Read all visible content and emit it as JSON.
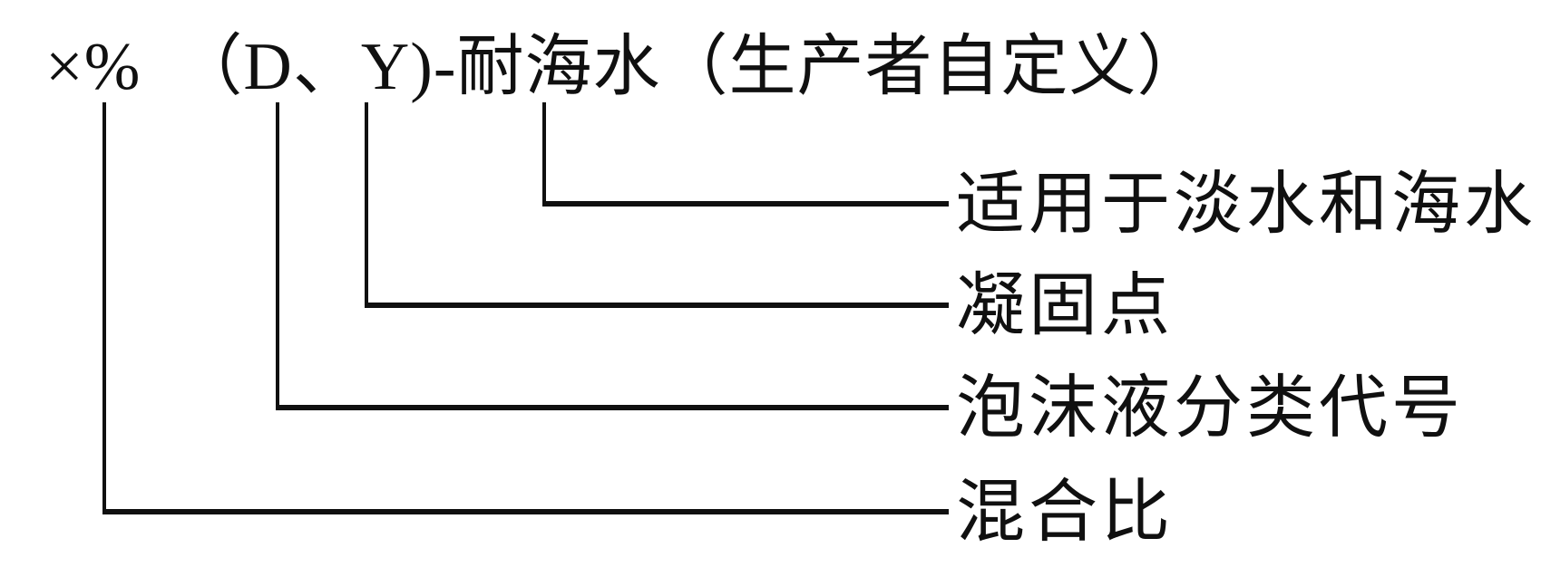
{
  "page": {
    "background_color": "#ffffff",
    "ink_color": "#101010"
  },
  "diagram": {
    "type": "designation-callout-diagram",
    "formula": "×%　（D、Y)-耐海水（生产者自定义）",
    "callouts": [
      {
        "label": "适用于淡水和海水"
      },
      {
        "label": "凝固点"
      },
      {
        "label": "泡沫液分类代号"
      },
      {
        "label": "混合比"
      }
    ]
  }
}
